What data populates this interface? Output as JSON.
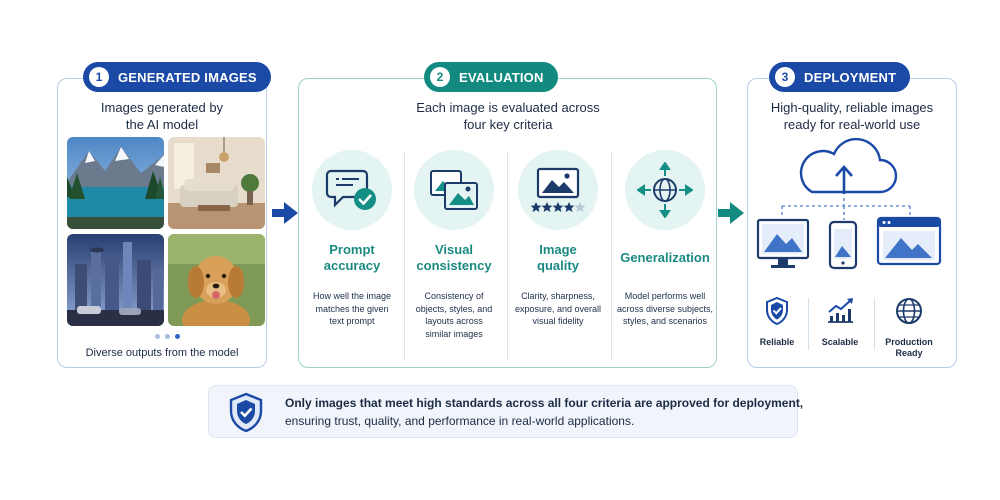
{
  "colors": {
    "blue": "#1b49a6",
    "teal": "#128a80",
    "teal_text": "#1a8a82",
    "panel_border_blue": "#b9cde8",
    "panel_border_teal": "#9fd1cc"
  },
  "stages": [
    {
      "number": "1",
      "title": "GENERATED IMAGES",
      "caption": "Images generated by\nthe AI model"
    },
    {
      "number": "2",
      "title": "EVALUATION",
      "caption": "Each image is evaluated across\nfour key criteria"
    },
    {
      "number": "3",
      "title": "DEPLOYMENT",
      "caption": "High-quality, reliable images\nready for real-world use"
    }
  ],
  "generated": {
    "photos": [
      "mountain-lake-photo",
      "living-room-photo",
      "futuristic-city-photo",
      "golden-retriever-photo"
    ],
    "footer": "Diverse outputs from the model"
  },
  "criteria": [
    {
      "title": "Prompt\naccuracy",
      "icon": "chat-check-icon",
      "description": "How well the image\nmatches the given\ntext prompt"
    },
    {
      "title": "Visual\nconsistency",
      "icon": "image-stack-icon",
      "description": "Consistency of\nobjects, styles, and\nlayouts across\nsimilar images"
    },
    {
      "title": "Image\nquality",
      "icon": "image-rating-icon",
      "description": "Clarity, sharpness,\nexposure, and overall\nvisual fidelity"
    },
    {
      "title": "Generalization",
      "icon": "globe-arrows-icon",
      "description": "Model performs well\nacross diverse subjects,\nstyles, and scenarios"
    }
  ],
  "deployment": {
    "icons": [
      "cloud-upload-icon",
      "monitor-icon",
      "phone-icon",
      "browser-window-icon"
    ],
    "benefits": [
      {
        "label": "Reliable",
        "icon": "shield-check-icon"
      },
      {
        "label": "Scalable",
        "icon": "growth-chart-icon"
      },
      {
        "label": "Production\nReady",
        "icon": "globe-icon"
      }
    ]
  },
  "banner": {
    "line1": "Only images that meet high standards across all four criteria are approved for deployment,",
    "line2": "ensuring trust, quality, and performance in real-world applications.",
    "icon": "shield-check-icon"
  }
}
